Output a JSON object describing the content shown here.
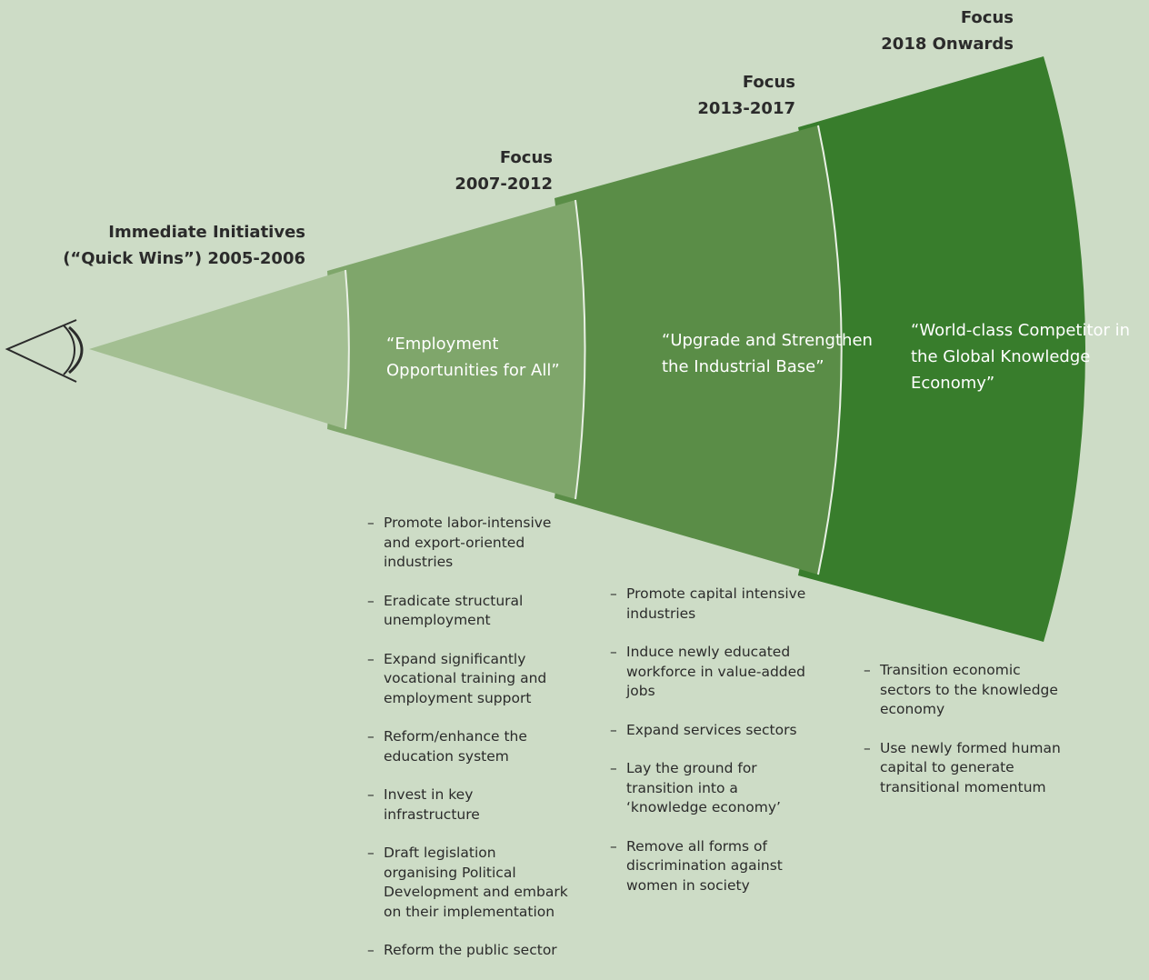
{
  "phases": [
    {
      "label_line1": "Immediate Initiatives",
      "label_line2": "(“Quick Wins”) 2005-2006",
      "color": "#a3bf92"
    },
    {
      "label_line1": "Focus",
      "label_line2": "2007-2012",
      "color": "#7fa66b",
      "theme_lines": [
        "“Employment",
        "Opportunities for All”"
      ]
    },
    {
      "label_line1": "Focus",
      "label_line2": "2013-2017",
      "color": "#5a8d47",
      "theme_lines": [
        "“Upgrade and Strengthen",
        "the Industrial Base”"
      ]
    },
    {
      "label_line1": "Focus",
      "label_line2": "2018 Onwards",
      "color": "#387d2c",
      "theme_lines": [
        "“World-class Competitor in",
        "the Global Knowledge",
        "Economy”"
      ]
    }
  ],
  "bullets_2007_2012": [
    "Promote labor-intensive and export-oriented industries",
    "Eradicate structural unemployment",
    "Expand significantly vocational training and employment support",
    "Reform/enhance the education system",
    "Invest in key infrastructure",
    "Draft legislation organising Political Development and embark on their implementation",
    "Reform the public sector"
  ],
  "bullets_2013_2017": [
    "Promote capital intensive industries",
    "Induce newly educated workforce in value-added jobs",
    "Expand services sectors",
    "Lay the ground for transition into a ‘knowledge economy’",
    "Remove all forms of discrimination against women in society"
  ],
  "bullets_2018_onwards": [
    "Transition economic sectors to the knowledge economy",
    "Use newly formed human capital to generate transitional momentum"
  ],
  "icons": {
    "viewer": "eye-icon"
  },
  "colors": {
    "background": "#cddcc6",
    "divider": "#e9f0e5"
  }
}
